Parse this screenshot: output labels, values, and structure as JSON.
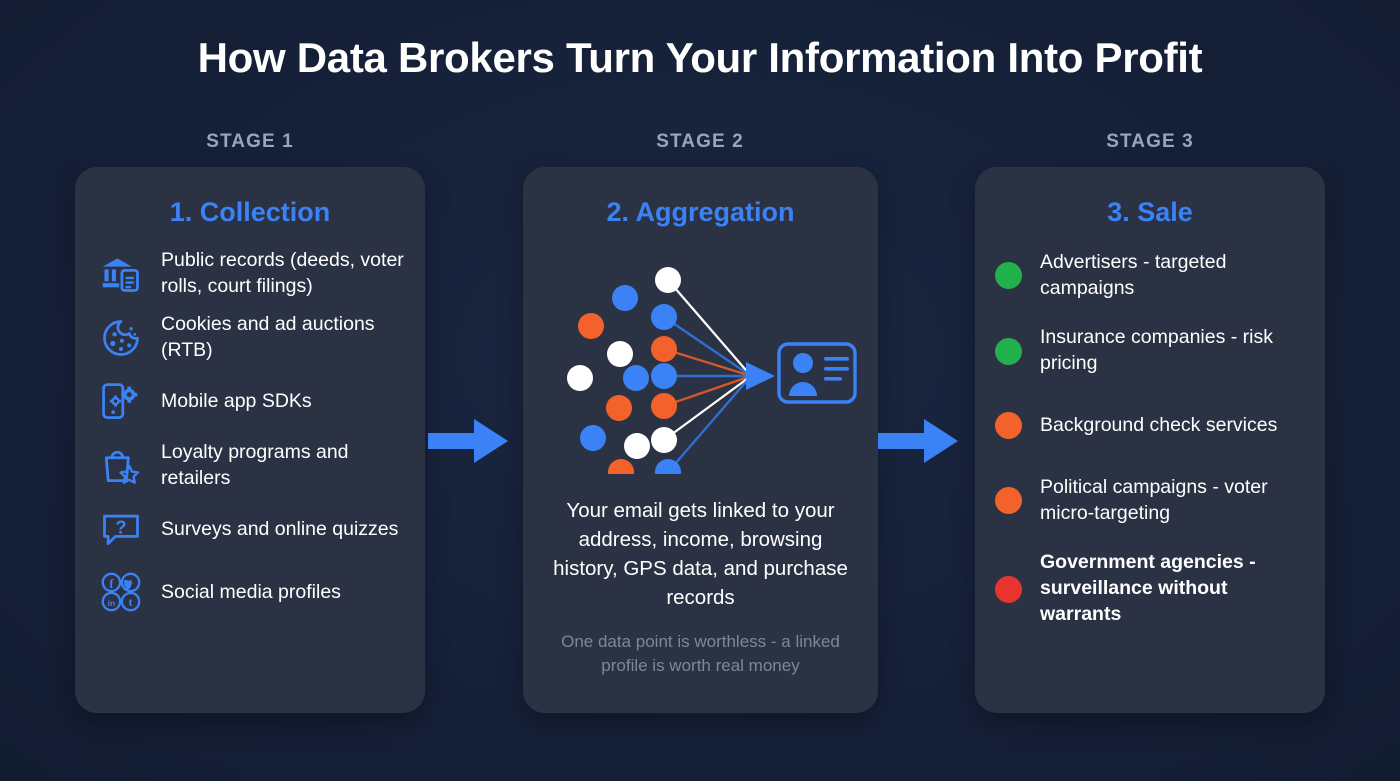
{
  "title": "How Data Brokers Turn Your Information Into Profit",
  "colors": {
    "background": "#16213a",
    "card": "#2b3243",
    "accent_blue": "#3b82f6",
    "arrow_blue": "#3b82f6",
    "green": "#22b24c",
    "orange": "#f4622c",
    "red": "#e8342e",
    "white": "#ffffff",
    "muted": "#7c8799",
    "stage_label": "#9aa5b8"
  },
  "stages": [
    {
      "label": "STAGE 1"
    },
    {
      "label": "STAGE 2"
    },
    {
      "label": "STAGE 3"
    }
  ],
  "columns": {
    "collection": {
      "heading": "1. Collection",
      "items": [
        {
          "icon": "bank-records-icon",
          "text": "Public records (deeds, voter rolls, court filings)"
        },
        {
          "icon": "cookie-icon",
          "text": "Cookies and ad auctions (RTB)"
        },
        {
          "icon": "mobile-sdk-icon",
          "text": "Mobile app SDKs"
        },
        {
          "icon": "loyalty-bag-icon",
          "text": "Loyalty programs and retailers"
        },
        {
          "icon": "survey-question-icon",
          "text": "Surveys and online quizzes"
        },
        {
          "icon": "social-network-icon",
          "text": "Social media profiles"
        }
      ]
    },
    "aggregation": {
      "heading": "2. Aggregation",
      "diagram_icon": "identity-card-icon",
      "main_text": "Your email gets linked to your address, income, browsing history, GPS data, and purchase records",
      "sub_text": "One data point is worthless - a linked profile is worth real money"
    },
    "sale": {
      "heading": "3. Sale",
      "items": [
        {
          "dot": "#22b24c",
          "text": "Advertisers - targeted campaigns",
          "emphasis": false
        },
        {
          "dot": "#22b24c",
          "text": "Insurance companies - risk pricing",
          "emphasis": false
        },
        {
          "dot": "#f4622c",
          "text": "Background check services",
          "emphasis": false
        },
        {
          "dot": "#f4622c",
          "text": "Political campaigns - voter micro-targeting",
          "emphasis": false
        },
        {
          "dot": "#e8342e",
          "text": "Government agencies - surveillance without warrants",
          "emphasis": true
        }
      ]
    }
  },
  "arrows": [
    {
      "name": "arrow-stage1-to-stage2"
    },
    {
      "name": "arrow-stage2-to-stage3"
    }
  ],
  "chart_data": {
    "type": "diagram",
    "title": "How Data Brokers Turn Your Information Into Profit",
    "flow": [
      "1. Collection",
      "2. Aggregation",
      "3. Sale"
    ],
    "node_cluster": {
      "description": "Scattered data points converging into a single linked identity profile",
      "connected_nodes": [
        {
          "color": "#ffffff",
          "line": "#ffffff"
        },
        {
          "color": "#3b82f6",
          "line": "#2f6fd0"
        },
        {
          "color": "#f4622c",
          "line": "#d4572a"
        },
        {
          "color": "#3b82f6",
          "line": "#2f6fd0"
        },
        {
          "color": "#f4622c",
          "line": "#d4572a"
        },
        {
          "color": "#ffffff",
          "line": "#ffffff"
        },
        {
          "color": "#3b82f6",
          "line": "#2f6fd0"
        }
      ],
      "loose_nodes": [
        "#3b82f6",
        "#f4622c",
        "#ffffff",
        "#ffffff",
        "#3b82f6",
        "#f4622c",
        "#3b82f6",
        "#ffffff",
        "#f4622c"
      ]
    }
  }
}
